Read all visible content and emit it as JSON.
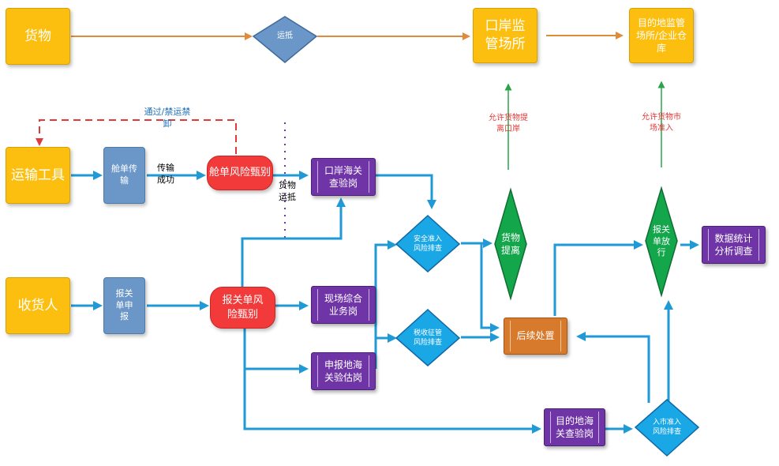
{
  "nodes": {
    "cargo": "货物",
    "transport": "运输工具",
    "consignee": "收货人",
    "manifest_transmit": "舱单传输",
    "declaration_submit": "报关单申报",
    "manifest_risk": "舱单风险甄别",
    "declaration_risk": "报关单风险甄别",
    "port_customs_inspect": "口岸海关查验岗",
    "onsite_business": "现场综合业务岗",
    "declare_local_customs": "申报地海关验估岗",
    "dest_customs_inspect": "目的地海关查验岗",
    "followup": "后续处置",
    "stats_analysis": "数据统计分析调查",
    "port_supervision": "口岸监管场所",
    "dest_supervision": "目的地监管场所/企业仓库",
    "arrival": "运抵",
    "safety_risk": "安全准入风险排查",
    "tax_risk": "税收征管风险排查",
    "market_risk": "入市准入风险排查",
    "cargo_release": "货物提离",
    "declaration_release": "报关单放行"
  },
  "labels": {
    "transmit_success": "传输成功",
    "cargo_arrival": "货物运抵",
    "pass_ban": "通过/禁运禁卸",
    "allow_leave_port": "允许货物提离口岸",
    "allow_market": "允许货物市场准入"
  },
  "colors": {
    "flow_blue": "#1f9ad6",
    "flow_orange": "#e08a3c",
    "feedback_red": "#e03a3a",
    "permit_green": "#2aa34a",
    "text_red": "#e03a3a",
    "text_blue": "#1f6fb5"
  }
}
